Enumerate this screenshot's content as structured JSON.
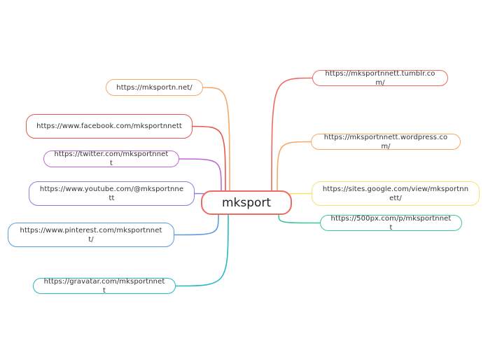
{
  "root": {
    "label": "mksport",
    "color": "#ee6b62"
  },
  "left_branches": [
    {
      "label": "https://mksportn.net/",
      "color": "#f5a96b"
    },
    {
      "label": "https://www.facebook.com/mksportnnett",
      "color": "#e9564f"
    },
    {
      "label": "https://twitter.com/mksportnnett",
      "color": "#c066d6"
    },
    {
      "label": "https://www.youtube.com/@mksportnnett",
      "color": "#8a7ee0"
    },
    {
      "label": "https://www.pinterest.com/mksportnnett/",
      "color": "#5a9be0"
    },
    {
      "label": "https://gravatar.com/mksportnnett",
      "color": "#27b8c0"
    }
  ],
  "right_branches": [
    {
      "label": "https://mksportnnett.tumblr.com/",
      "color": "#ee6b62"
    },
    {
      "label": "https://mksportnnett.wordpress.com/",
      "color": "#f5a96b"
    },
    {
      "label": "https://sites.google.com/view/mksportnnett/",
      "color": "#f2e56b"
    },
    {
      "label": "https://500px.com/p/mksportnnett",
      "color": "#3fc79b"
    }
  ]
}
